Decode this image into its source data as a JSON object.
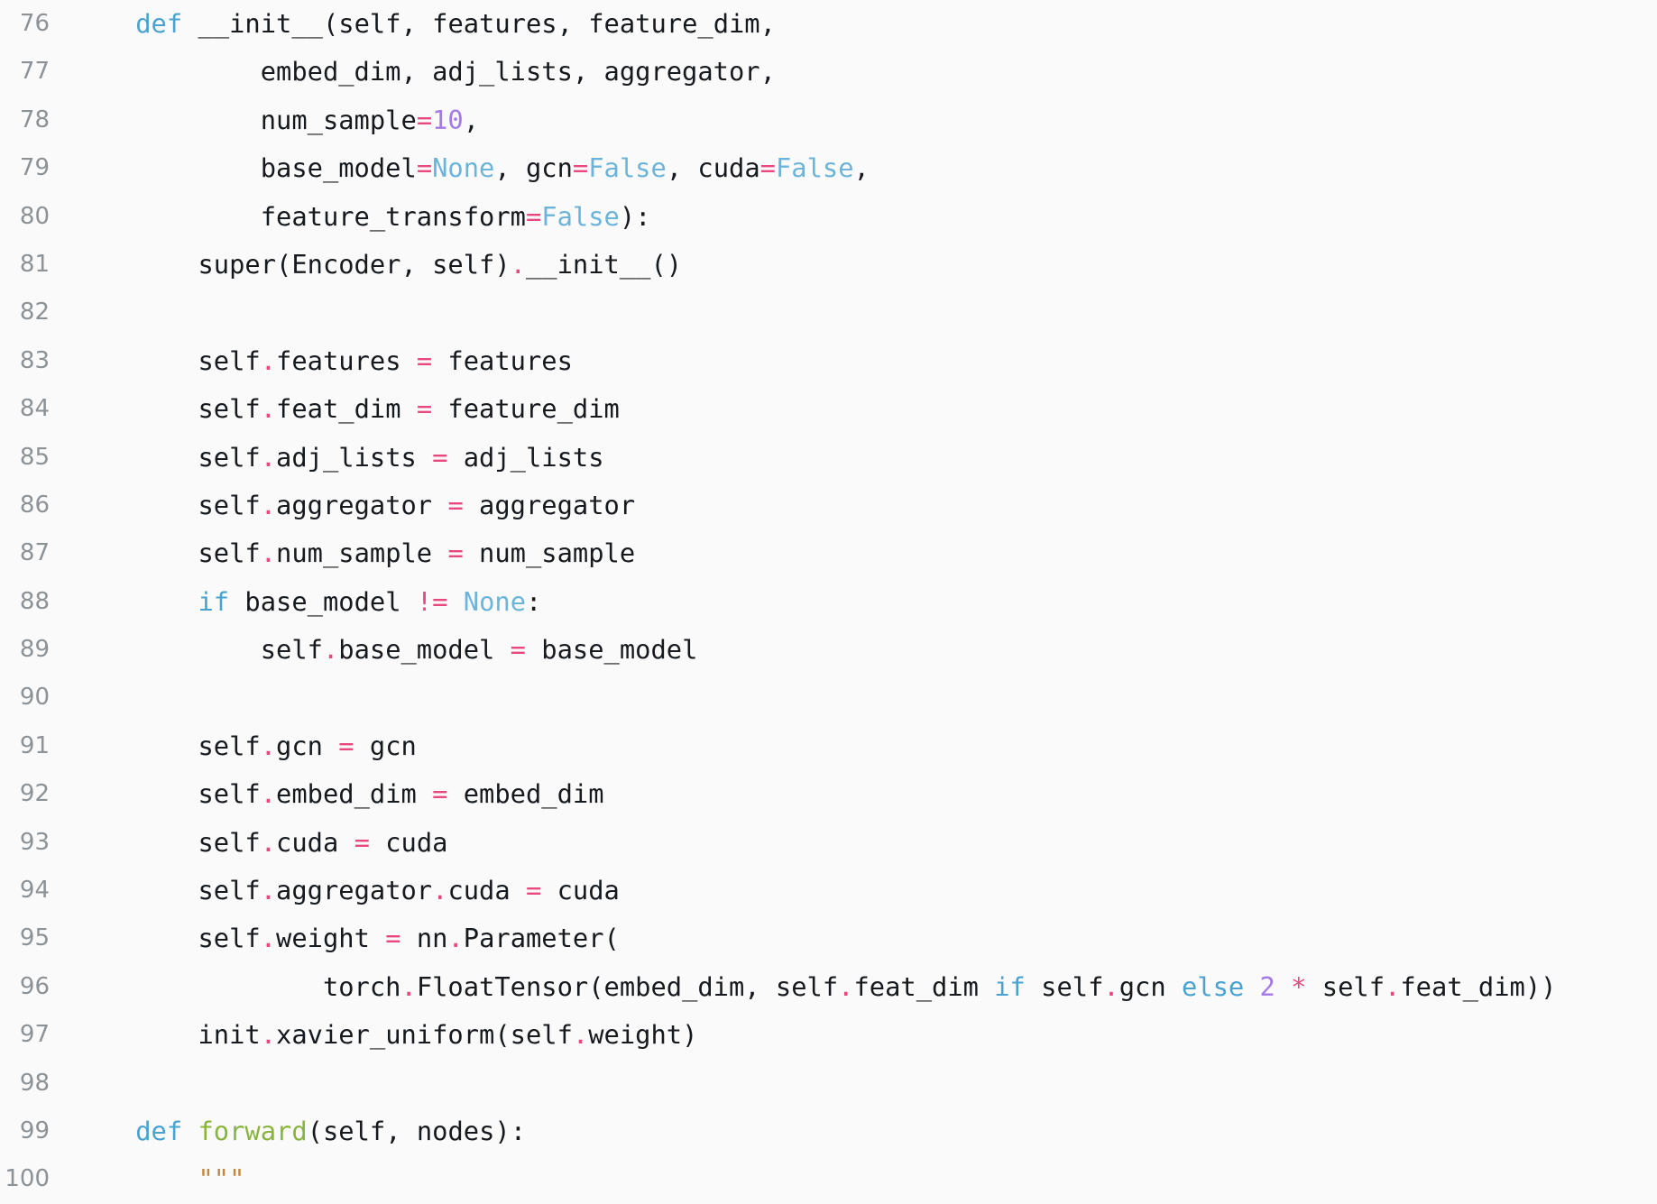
{
  "colors": {
    "bg": "#fafafa",
    "gutter": "#8d9297",
    "text": "#16191d",
    "keyword": "#4aa2d0",
    "constant": "#6cb4d9",
    "operator": "#e8477f",
    "number": "#a37ae8",
    "function": "#89b440",
    "string": "#c4873a"
  },
  "editor": {
    "language": "python",
    "first_line_number": 76,
    "last_line_number": 100,
    "lines": [
      {
        "number": "76",
        "tokens": [
          [
            "plain",
            "    "
          ],
          [
            "keyword",
            "def"
          ],
          [
            "plain",
            " __init__(self, features, feature_dim,"
          ]
        ]
      },
      {
        "number": "77",
        "tokens": [
          [
            "plain",
            "            embed_dim, adj_lists, aggregator,"
          ]
        ]
      },
      {
        "number": "78",
        "tokens": [
          [
            "plain",
            "            num_sample"
          ],
          [
            "operator",
            "="
          ],
          [
            "number",
            "10"
          ],
          [
            "plain",
            ","
          ]
        ]
      },
      {
        "number": "79",
        "tokens": [
          [
            "plain",
            "            base_model"
          ],
          [
            "operator",
            "="
          ],
          [
            "constant",
            "None"
          ],
          [
            "plain",
            ", gcn"
          ],
          [
            "operator",
            "="
          ],
          [
            "constant",
            "False"
          ],
          [
            "plain",
            ", cuda"
          ],
          [
            "operator",
            "="
          ],
          [
            "constant",
            "False"
          ],
          [
            "plain",
            ","
          ]
        ]
      },
      {
        "number": "80",
        "tokens": [
          [
            "plain",
            "            feature_transform"
          ],
          [
            "operator",
            "="
          ],
          [
            "constant",
            "False"
          ],
          [
            "plain",
            "):"
          ]
        ]
      },
      {
        "number": "81",
        "tokens": [
          [
            "plain",
            "        super(Encoder, self)"
          ],
          [
            "operator",
            "."
          ],
          [
            "plain",
            "__init__()"
          ]
        ]
      },
      {
        "number": "82",
        "tokens": []
      },
      {
        "number": "83",
        "tokens": [
          [
            "plain",
            "        self"
          ],
          [
            "operator",
            "."
          ],
          [
            "plain",
            "features "
          ],
          [
            "operator",
            "="
          ],
          [
            "plain",
            " features"
          ]
        ]
      },
      {
        "number": "84",
        "tokens": [
          [
            "plain",
            "        self"
          ],
          [
            "operator",
            "."
          ],
          [
            "plain",
            "feat_dim "
          ],
          [
            "operator",
            "="
          ],
          [
            "plain",
            " feature_dim"
          ]
        ]
      },
      {
        "number": "85",
        "tokens": [
          [
            "plain",
            "        self"
          ],
          [
            "operator",
            "."
          ],
          [
            "plain",
            "adj_lists "
          ],
          [
            "operator",
            "="
          ],
          [
            "plain",
            " adj_lists"
          ]
        ]
      },
      {
        "number": "86",
        "tokens": [
          [
            "plain",
            "        self"
          ],
          [
            "operator",
            "."
          ],
          [
            "plain",
            "aggregator "
          ],
          [
            "operator",
            "="
          ],
          [
            "plain",
            " aggregator"
          ]
        ]
      },
      {
        "number": "87",
        "tokens": [
          [
            "plain",
            "        self"
          ],
          [
            "operator",
            "."
          ],
          [
            "plain",
            "num_sample "
          ],
          [
            "operator",
            "="
          ],
          [
            "plain",
            " num_sample"
          ]
        ]
      },
      {
        "number": "88",
        "tokens": [
          [
            "plain",
            "        "
          ],
          [
            "keyword",
            "if"
          ],
          [
            "plain",
            " base_model "
          ],
          [
            "operator",
            "!="
          ],
          [
            "plain",
            " "
          ],
          [
            "constant",
            "None"
          ],
          [
            "plain",
            ":"
          ]
        ]
      },
      {
        "number": "89",
        "tokens": [
          [
            "plain",
            "            self"
          ],
          [
            "operator",
            "."
          ],
          [
            "plain",
            "base_model "
          ],
          [
            "operator",
            "="
          ],
          [
            "plain",
            " base_model"
          ]
        ]
      },
      {
        "number": "90",
        "tokens": []
      },
      {
        "number": "91",
        "tokens": [
          [
            "plain",
            "        self"
          ],
          [
            "operator",
            "."
          ],
          [
            "plain",
            "gcn "
          ],
          [
            "operator",
            "="
          ],
          [
            "plain",
            " gcn"
          ]
        ]
      },
      {
        "number": "92",
        "tokens": [
          [
            "plain",
            "        self"
          ],
          [
            "operator",
            "."
          ],
          [
            "plain",
            "embed_dim "
          ],
          [
            "operator",
            "="
          ],
          [
            "plain",
            " embed_dim"
          ]
        ]
      },
      {
        "number": "93",
        "tokens": [
          [
            "plain",
            "        self"
          ],
          [
            "operator",
            "."
          ],
          [
            "plain",
            "cuda "
          ],
          [
            "operator",
            "="
          ],
          [
            "plain",
            " cuda"
          ]
        ]
      },
      {
        "number": "94",
        "tokens": [
          [
            "plain",
            "        self"
          ],
          [
            "operator",
            "."
          ],
          [
            "plain",
            "aggregator"
          ],
          [
            "operator",
            "."
          ],
          [
            "plain",
            "cuda "
          ],
          [
            "operator",
            "="
          ],
          [
            "plain",
            " cuda"
          ]
        ]
      },
      {
        "number": "95",
        "tokens": [
          [
            "plain",
            "        self"
          ],
          [
            "operator",
            "."
          ],
          [
            "plain",
            "weight "
          ],
          [
            "operator",
            "="
          ],
          [
            "plain",
            " nn"
          ],
          [
            "operator",
            "."
          ],
          [
            "plain",
            "Parameter("
          ]
        ]
      },
      {
        "number": "96",
        "tokens": [
          [
            "plain",
            "                torch"
          ],
          [
            "operator",
            "."
          ],
          [
            "plain",
            "FloatTensor(embed_dim, self"
          ],
          [
            "operator",
            "."
          ],
          [
            "plain",
            "feat_dim "
          ],
          [
            "keyword",
            "if"
          ],
          [
            "plain",
            " self"
          ],
          [
            "operator",
            "."
          ],
          [
            "plain",
            "gcn "
          ],
          [
            "keyword",
            "else"
          ],
          [
            "plain",
            " "
          ],
          [
            "number",
            "2"
          ],
          [
            "plain",
            " "
          ],
          [
            "operator",
            "*"
          ],
          [
            "plain",
            " self"
          ],
          [
            "operator",
            "."
          ],
          [
            "plain",
            "feat_dim))"
          ]
        ]
      },
      {
        "number": "97",
        "tokens": [
          [
            "plain",
            "        init"
          ],
          [
            "operator",
            "."
          ],
          [
            "plain",
            "xavier_uniform(self"
          ],
          [
            "operator",
            "."
          ],
          [
            "plain",
            "weight)"
          ]
        ]
      },
      {
        "number": "98",
        "tokens": []
      },
      {
        "number": "99",
        "tokens": [
          [
            "plain",
            "    "
          ],
          [
            "keyword",
            "def"
          ],
          [
            "plain",
            " "
          ],
          [
            "function",
            "forward"
          ],
          [
            "plain",
            "(self, nodes):"
          ]
        ]
      },
      {
        "number": "100",
        "tokens": [
          [
            "plain",
            "        "
          ],
          [
            "string",
            "\"\"\""
          ]
        ]
      }
    ]
  }
}
